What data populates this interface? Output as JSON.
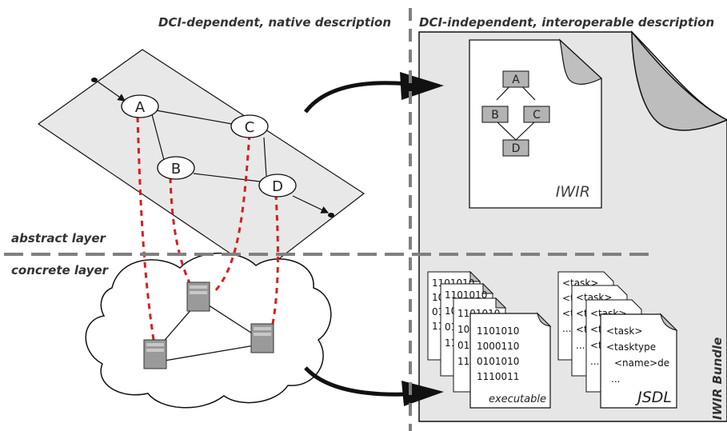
{
  "headers": {
    "left": "DCI-dependent, native description",
    "right": "DCI-independent, interoperable description"
  },
  "layers": {
    "abstract": "abstract layer",
    "concrete": "concrete layer"
  },
  "workflow_nodes": {
    "a": "A",
    "b": "B",
    "c": "C",
    "d": "D"
  },
  "iwir_document": {
    "label": "IWIR",
    "boxes": {
      "a": "A",
      "b": "B",
      "c": "C",
      "d": "D"
    }
  },
  "bundle": {
    "label": "IWIR Bundle",
    "executable": {
      "label": "executable",
      "lines_back": [
        "1101010",
        "10",
        "01",
        "11"
      ],
      "lines_front": [
        "1101010",
        "1000110",
        "0101010",
        "1110011"
      ]
    },
    "jsdl": {
      "label": "JSDL",
      "lines_back": [
        "<task>",
        "<t",
        "<t",
        "..."
      ],
      "lines_front": [
        "<task>",
        "<tasktype",
        "<name>de",
        "..."
      ]
    }
  },
  "colors": {
    "mapping_line": "#d62020",
    "divider": "#808080",
    "panel_fill": "#e6e6e6",
    "plane_fill": "#e8e8e8",
    "box_fill": "#b3b3b3",
    "server_fill": "#9a9a9a"
  }
}
